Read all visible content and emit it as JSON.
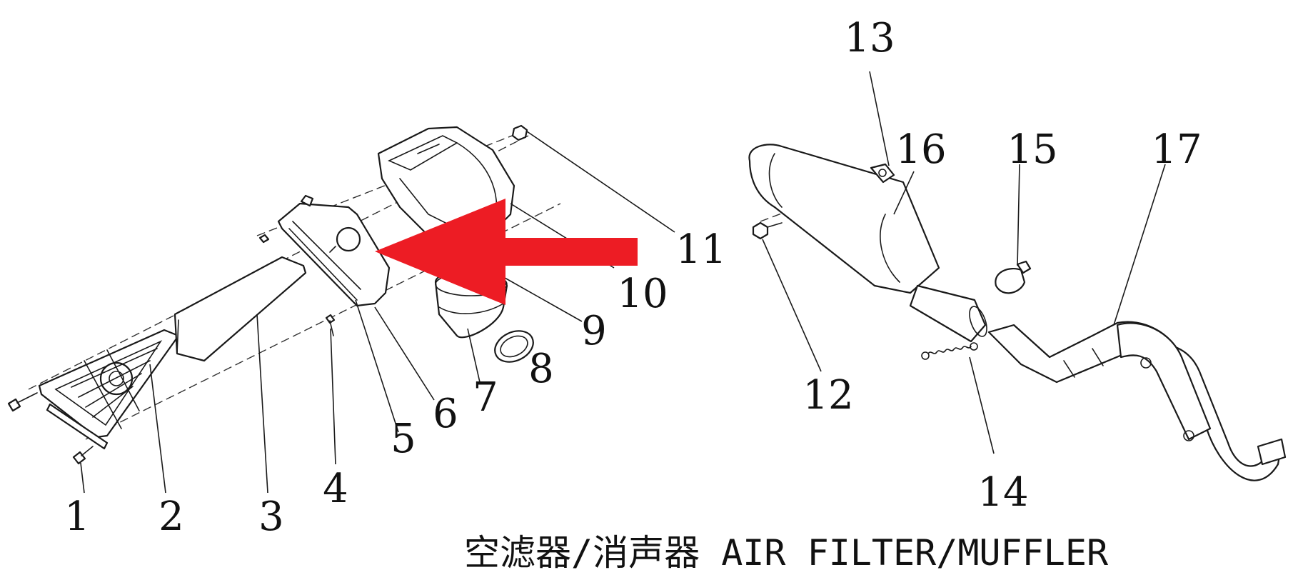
{
  "title": "空滤器/消声器 AIR FILTER/MUFFLER",
  "callouts": [
    "1",
    "2",
    "3",
    "4",
    "5",
    "6",
    "7",
    "8",
    "9",
    "10",
    "11",
    "12",
    "13",
    "14",
    "15",
    "16",
    "17"
  ],
  "colors": {
    "arrow": "#ed1c24",
    "line": "#1a1a1a"
  },
  "highlight": {
    "icon": "red-arrow-icon",
    "points_to_part": "5"
  }
}
